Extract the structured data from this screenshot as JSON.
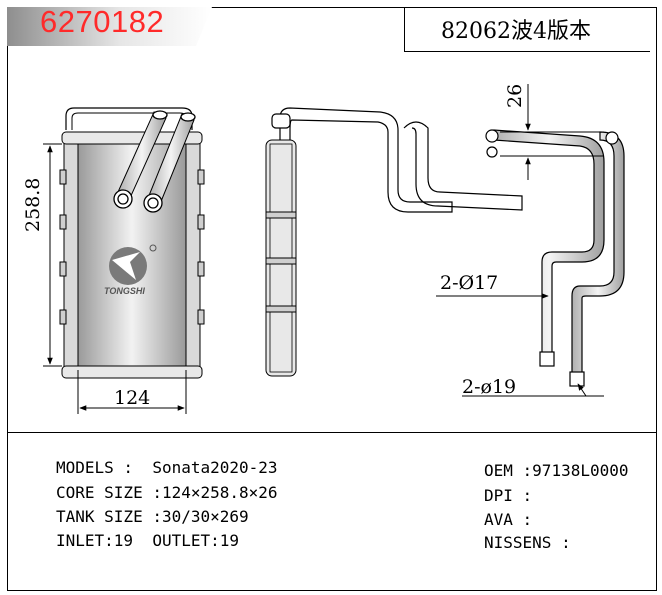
{
  "part_number": "6270182",
  "version_title": "82062波4版本",
  "dimensions": {
    "height": "258.8",
    "width": "124",
    "offset": "26",
    "pipe_small": "2-Ø17",
    "pipe_large": "2-ø19"
  },
  "logo_text": "TONGSHI",
  "specs_left": [
    {
      "label": "MODELS :",
      "value": "Sonata2020-23"
    },
    {
      "label": "CORE SIZE :",
      "value": "124×258.8×26"
    },
    {
      "label": "TANK SIZE :",
      "value": "30/30×269"
    },
    {
      "label": "INLET:",
      "value": "19"
    },
    {
      "label": "OUTLET:",
      "value": "19"
    }
  ],
  "specs_right": [
    {
      "label": "OEM :",
      "value": "97138L0000"
    },
    {
      "label": "DPI :",
      "value": ""
    },
    {
      "label": "AVA :",
      "value": ""
    },
    {
      "label": "NISSENS :",
      "value": ""
    }
  ],
  "colors": {
    "part_number": "#ff2a2a",
    "banner_gradient": [
      "#9a9a9a",
      "#ffffff"
    ]
  }
}
